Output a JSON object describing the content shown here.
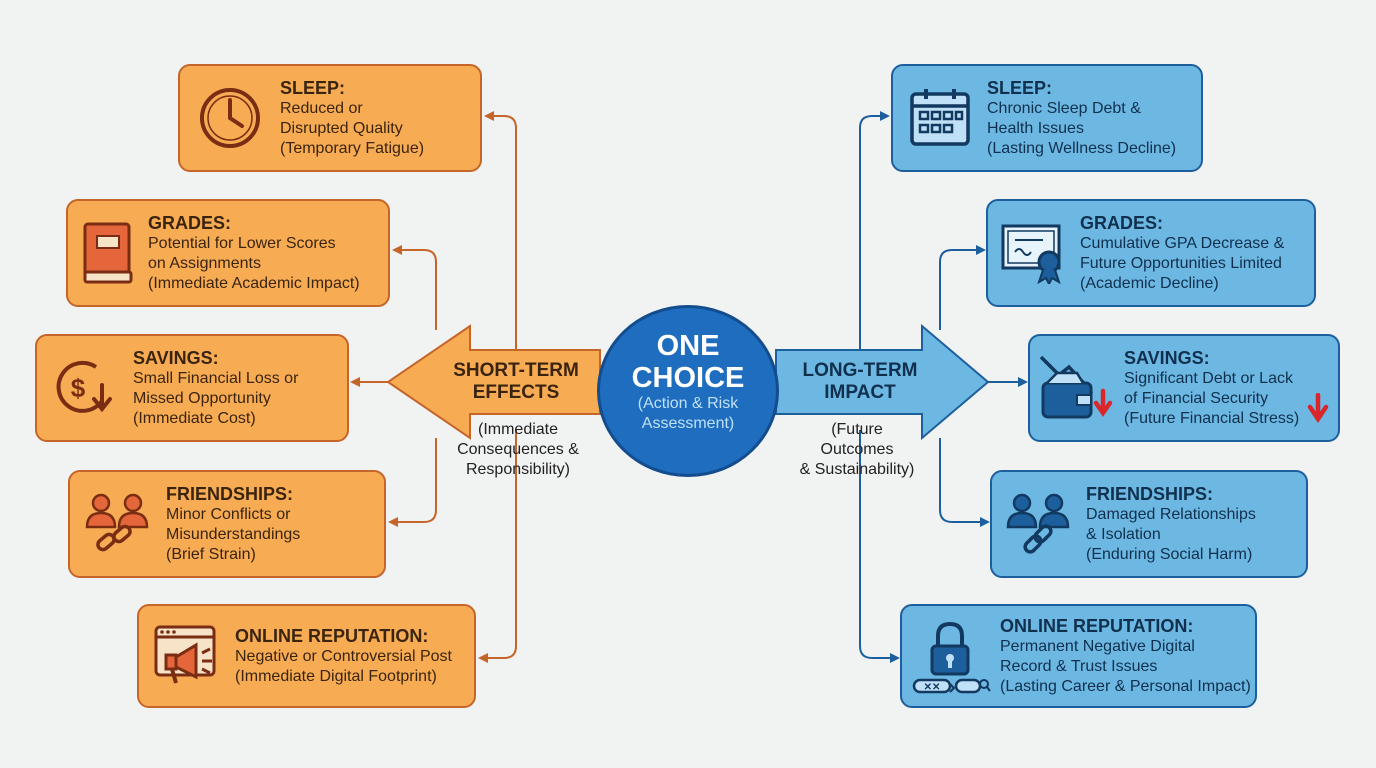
{
  "center": {
    "title_line1": "ONE",
    "title_line2": "CHOICE",
    "sub_line1": "(Action & Risk",
    "sub_line2": "Assessment)"
  },
  "short_term": {
    "arrow_line1": "SHORT-TERM",
    "arrow_line2": "EFFECTS",
    "sub_line1": "(Immediate",
    "sub_line2": "Consequences &",
    "sub_line3": "Responsibility)",
    "color": "#f7ac54",
    "cards": [
      {
        "title": "SLEEP:",
        "line1": "Reduced or",
        "line2": "Disrupted Quality",
        "line3": "(Temporary Fatigue)",
        "icon": "clock-icon"
      },
      {
        "title": "GRADES:",
        "line1": "Potential for Lower Scores",
        "line2": "on Assignments",
        "line3": "(Immediate Academic Impact)",
        "icon": "book-icon"
      },
      {
        "title": "SAVINGS:",
        "line1": "Small Financial Loss or",
        "line2": "Missed Opportunity",
        "line3": "(Immediate Cost)",
        "icon": "dollar-down-icon"
      },
      {
        "title": "FRIENDSHIPS:",
        "line1": "Minor Conflicts or",
        "line2": "Misunderstandings",
        "line3": "(Brief Strain)",
        "icon": "broken-link-people-icon"
      },
      {
        "title": "ONLINE REPUTATION:",
        "line1": "Negative or Controversial Post",
        "line2": "(Immediate Digital Footprint)",
        "line3": "",
        "icon": "megaphone-browser-icon"
      }
    ]
  },
  "long_term": {
    "arrow_line1": "LONG-TERM",
    "arrow_line2": "IMPACT",
    "sub_line1": "(Future",
    "sub_line2": "Outcomes",
    "sub_line3": "& Sustainability)",
    "color": "#6db7e3",
    "cards": [
      {
        "title": "SLEEP:",
        "line1": "Chronic Sleep Debt &",
        "line2": "Health Issues",
        "line3": "(Lasting Wellness Decline)",
        "icon": "calendar-icon"
      },
      {
        "title": "GRADES:",
        "line1": "Cumulative GPA Decrease &",
        "line2": "Future Opportunities Limited",
        "line3": "(Academic Decline)",
        "icon": "certificate-icon"
      },
      {
        "title": "SAVINGS:",
        "line1": "Significant Debt or Lack",
        "line2": "of Financial Security",
        "line3": "(Future Financial Stress)",
        "icon": "wallet-decline-icon"
      },
      {
        "title": "FRIENDSHIPS:",
        "line1": "Damaged Relationships",
        "line2": "& Isolation",
        "line3": "(Enduring Social Harm)",
        "icon": "people-chain-icon"
      },
      {
        "title": "ONLINE REPUTATION:",
        "line1": "Permanent Negative Digital",
        "line2": "Record & Trust Issues",
        "line3": "(Lasting Career & Personal Impact)",
        "icon": "padlock-icon"
      }
    ]
  }
}
